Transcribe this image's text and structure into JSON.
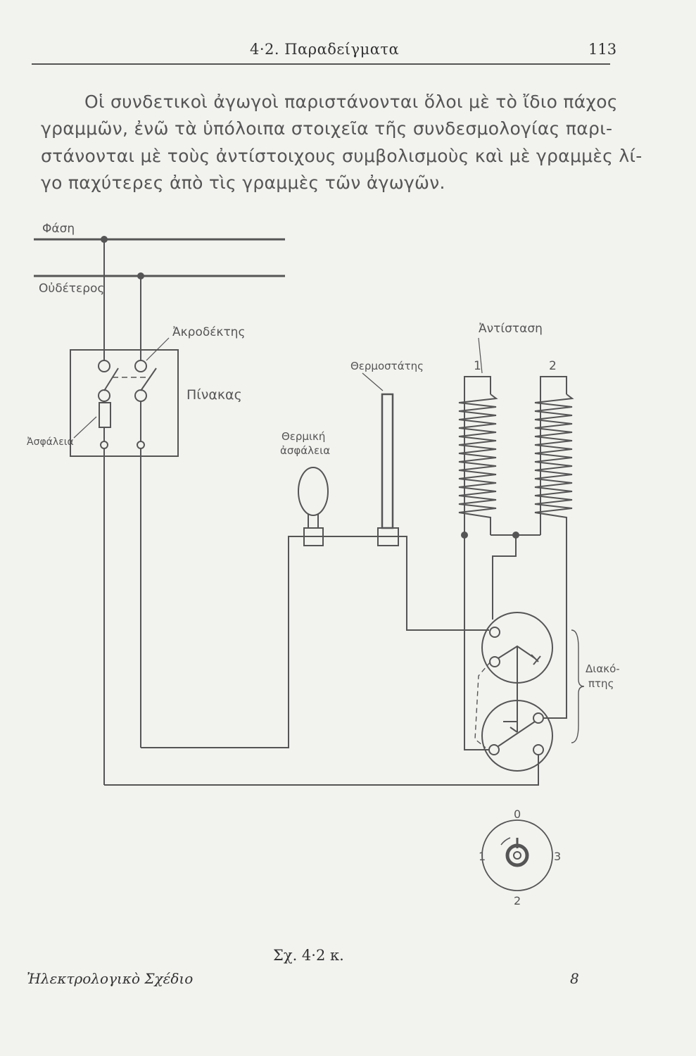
{
  "header": {
    "title": "4·2. Παραδείγματα",
    "page_number": "113"
  },
  "paragraph": {
    "lines": [
      "Οἱ συνδετικοὶ ἀγωγοὶ παριστάνονται ὅλοι μὲ τὸ ἴδιο πάχος",
      "γραμμῶν, ἐνῶ τὰ ὑπόλοιπα στοιχεῖα τῆς συνδεσμολογίας παρι-",
      "στάνονται μὲ τοὺς ἀντίστοιχους συμβολισμοὺς καὶ μὲ γραμμὲς λί-",
      "γο παχύτερες ἀπὸ τὶς γραμμὲς τῶν ἀγωγῶν."
    ]
  },
  "diagram": {
    "phase": "Φάση",
    "neutral": "Οὐδέτερος",
    "terminal": "Ἀκροδέκτης",
    "panel": "Πίνακας",
    "fuse": "Ἀσφάλεια",
    "thermal_fuse_1": "Θερμική",
    "thermal_fuse_2": "ἀσφάλεια",
    "thermostat": "Θερμοστάτης",
    "resistance": "Ἀντίσταση",
    "resistor_1": "1",
    "resistor_2": "2",
    "switch_1": "Διακό-",
    "switch_2": "πτης",
    "knob": {
      "pos0": "0",
      "pos1": "1",
      "pos2": "2",
      "pos3": "3"
    }
  },
  "caption": "Σχ. 4·2 κ.",
  "footer": {
    "book": "Ἠλεκτρολογικὸ Σχέδιο",
    "signature": "8"
  }
}
